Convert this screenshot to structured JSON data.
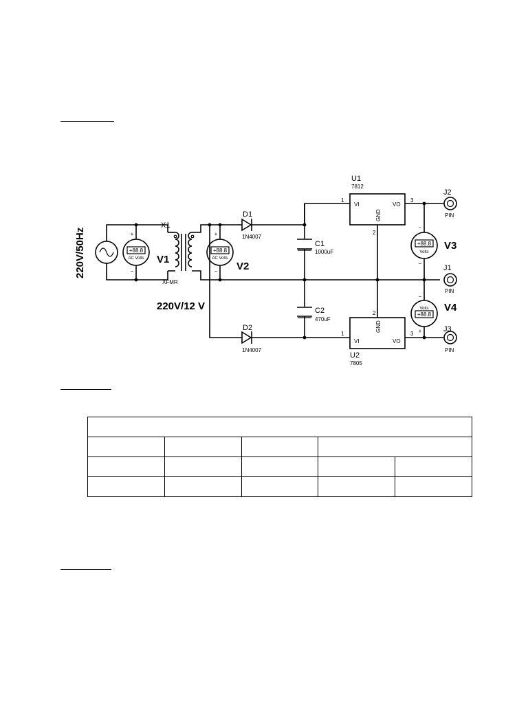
{
  "source": {
    "label": "220V/50Hz",
    "voltmeter_name": "V1",
    "meter_display": "+88.8",
    "meter_unit": "AC Volts"
  },
  "transformer": {
    "ref": "X1",
    "type": "XFMR",
    "ratio": "220V/12 V"
  },
  "secondary_meter": {
    "name": "V2",
    "display": "+88.8",
    "unit": "AC Volts"
  },
  "diodes": [
    {
      "ref": "D1",
      "part": "1N4007"
    },
    {
      "ref": "D2",
      "part": "1N4007"
    }
  ],
  "capacitors": [
    {
      "ref": "C1",
      "value": "1000uF"
    },
    {
      "ref": "C2",
      "value": "470uF"
    }
  ],
  "regulators": [
    {
      "ref": "U1",
      "part": "7812",
      "vi": "VI",
      "vo": "VO",
      "gnd": "GND",
      "pin_in": "1",
      "pin_gnd": "2",
      "pin_out": "3"
    },
    {
      "ref": "U2",
      "part": "7805",
      "vi": "VI",
      "vo": "VO",
      "gnd": "GND",
      "pin_in": "1",
      "pin_gnd": "2",
      "pin_out": "3"
    }
  ],
  "output_meters": [
    {
      "name": "V3",
      "display": "+88.8",
      "unit": "Volts"
    },
    {
      "name": "V4",
      "display": "+88.8",
      "unit": "Volts"
    }
  ],
  "connectors": [
    {
      "ref": "J2",
      "type": "PIN"
    },
    {
      "ref": "J1",
      "type": "PIN"
    },
    {
      "ref": "J3",
      "type": "PIN"
    }
  ],
  "signs": {
    "plus": "+",
    "minus": "−",
    "dash": "-"
  }
}
